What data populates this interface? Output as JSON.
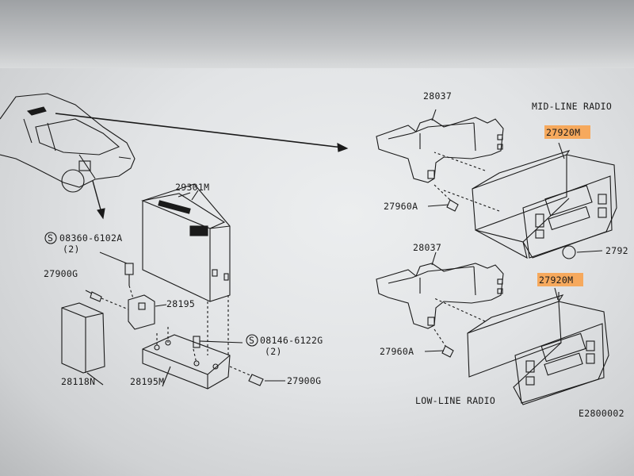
{
  "diagram": {
    "labels": {
      "mid_line_radio": "MID-LINE RADIO",
      "low_line_radio": "LOW-LINE RADIO",
      "part_28037_top": "28037",
      "part_28037_bottom": "28037",
      "part_27920M_top": "27920M",
      "part_27920M_bottom": "27920M",
      "part_27960A_top": "27960A",
      "part_27960A_bottom": "27960A",
      "part_2792": "2792",
      "part_29301M": "29301M",
      "part_08360": "08360-6102A",
      "qty_08360": "(2)",
      "part_27900G_left": "27900G",
      "part_28195": "28195",
      "part_28118N": "28118N",
      "part_28195M": "28195M",
      "part_08146": "08146-6122G",
      "qty_08146": "(2)",
      "part_27900G_bottom": "27900G",
      "s_symbol_a": "S",
      "s_symbol_b": "S",
      "figure_code": "E2800002"
    },
    "highlight_color": "#f6a95d",
    "line_color": "#1a1a1a"
  }
}
